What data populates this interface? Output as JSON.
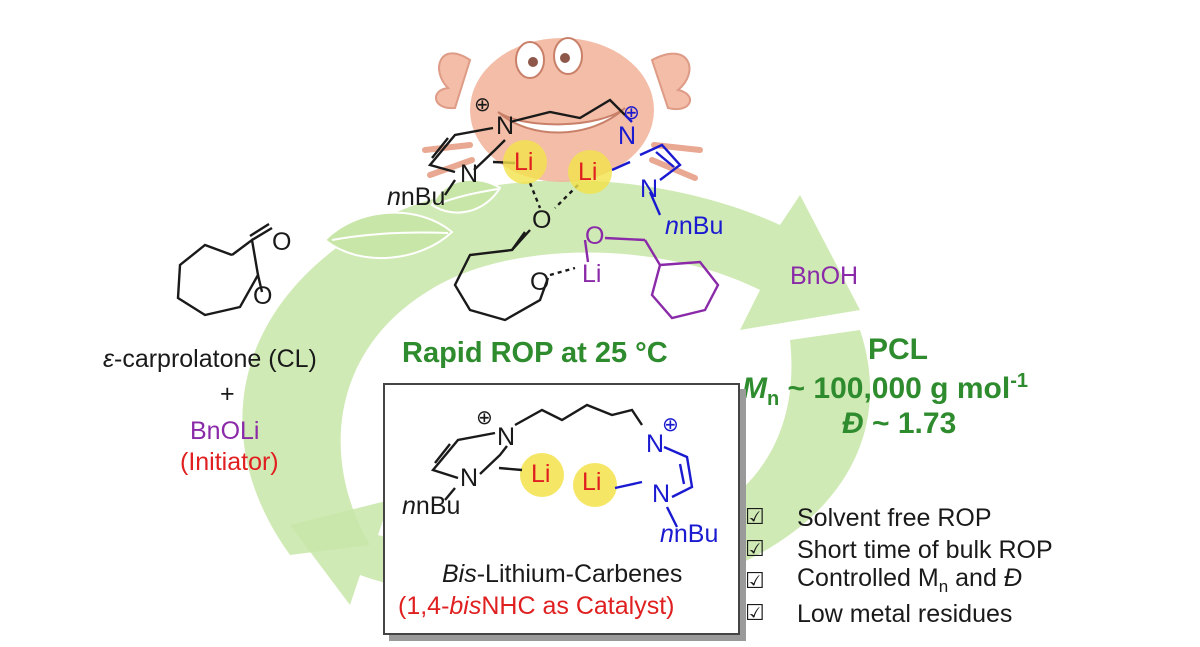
{
  "colors": {
    "green_text": "#2e8b2e",
    "red_text": "#e02020",
    "purple_text": "#8a2aa8",
    "blue_text": "#1a1ad0",
    "arrow_green": "#c8e6a8",
    "lithium_highlight": "#f3e24a"
  },
  "icons": [
    "crab-mascot",
    "green-leaf",
    "cycle-arrow",
    "checkbox-icon"
  ],
  "monomer": {
    "carbonyl_o": "O",
    "ring_o": "O",
    "name_prefix": "ε",
    "name": "-carprolatone (CL)",
    "plus": "+",
    "initiator": "BnOLi",
    "initiator_role": "(Initiator)"
  },
  "complex": {
    "plus_left": "⊕",
    "plus_right": "⊕",
    "n_cation_left": "N",
    "n_left": "N",
    "nbu_left": "nBu",
    "li_left": "Li",
    "n_cation_right": "N",
    "n_right": "N",
    "nbu_right": "nBu",
    "li_right": "Li",
    "o_bridge": "O",
    "o_ring": "O",
    "o_benzyl": "O",
    "li_lower": "Li",
    "bnoh": "BnOH"
  },
  "headline": "Rapid ROP at 25 °C",
  "product": {
    "name": "PCL",
    "mn_symbol": "M",
    "mn_sub": "n",
    "mn_value": " ~ 100,000 g mol",
    "mn_sup": "-1",
    "d_symbol": "Đ",
    "d_value": " ~ 1.73"
  },
  "catalyst": {
    "plus_left": "⊕",
    "plus_right": "⊕",
    "n_cation_left": "N",
    "n_left": "N",
    "nbu_left": "nBu",
    "li_left": "Li",
    "n_cation_right": "N",
    "n_right": "N",
    "nbu_right": "nBu",
    "li_right": "Li",
    "name_italic": "Bis",
    "name_rest": "-Lithium-Carbenes",
    "role_open": "(1,4-",
    "role_italic": "bis",
    "role_rest": "NHC as Catalyst)"
  },
  "checklist": [
    {
      "box": "☑",
      "text": "Solvent free ROP"
    },
    {
      "box": "☑",
      "text": "Short time of bulk ROP"
    },
    {
      "box": "☑",
      "text": "Controlled M",
      "sub": "n",
      "tail": " and ",
      "italic": "Đ"
    },
    {
      "box": "☑",
      "text": "Low metal residues"
    }
  ]
}
